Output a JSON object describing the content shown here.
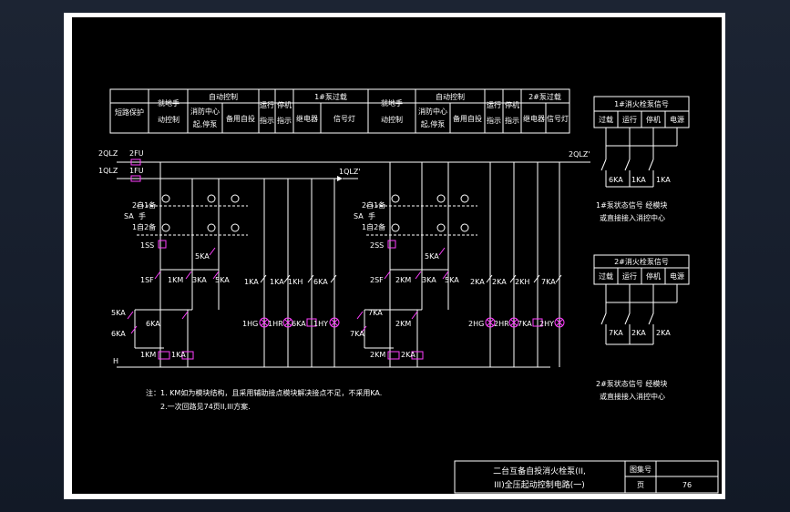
{
  "table1": {
    "short_protect": "短路保护",
    "local_manual": [
      "就地手",
      "动控制"
    ],
    "auto_ctrl": "自动控制",
    "fire_center": [
      "消防中心",
      "起,停泵"
    ],
    "standby_auto": "备用自投",
    "run_ind": [
      "运行",
      "指示"
    ],
    "stop_ind": [
      "停机",
      "指示"
    ],
    "pump1_overload": "1#泵过载",
    "relay": "继电器",
    "signal_lamp": "信号灯",
    "pump2_overload": "2#泵过载"
  },
  "side1": {
    "title": "1#消火栓泵信号",
    "cols": [
      "过载",
      "运行",
      "停机",
      "电源"
    ],
    "contacts": [
      "6KA",
      "1KA",
      "1KA"
    ],
    "note": [
      "1#泵状态信号 经模块",
      "或直接接入消控中心"
    ]
  },
  "side2": {
    "title": "2#消火栓泵信号",
    "cols": [
      "过载",
      "运行",
      "停机",
      "电源"
    ],
    "contacts": [
      "7KA",
      "2KA",
      "2KA"
    ],
    "note": [
      "2#泵状态信号 经模块",
      "或直接接入消控中心"
    ]
  },
  "labels": {
    "bus_2qlz": "2QLZ",
    "bus_1qlz": "1QLZ",
    "fu2": "2FU",
    "fu1": "1FU",
    "bus_1qlz_end": "1QLZ'",
    "bus_2qlz_end": "2QLZ'",
    "h": "H",
    "sa": "SA",
    "manual": "手",
    "g1": {
      "sel_a": "2自1备",
      "sel_b": "1自2备",
      "ss": "1SS",
      "sf": "1SF",
      "ka5": "5KA",
      "ka6": "6KA",
      "km": "1KM",
      "ka3": "3KA",
      "ka5b": "5KA",
      "ka_left_a": "5KA",
      "ka_left_b": "6KA",
      "coil_km": "1KM",
      "coil_ka": "1KA",
      "sig": [
        "1KA",
        "1KA",
        "1KH",
        "6KA"
      ],
      "lamps": [
        "1HG",
        "1HR",
        "6KA",
        "1HY"
      ]
    },
    "g2": {
      "sel_a": "2自1备",
      "sel_b": "1自2备",
      "ss": "2SS",
      "sf": "2SF",
      "ka5": "5KA",
      "ka6": "2KM",
      "km": "2KM",
      "ka3": "3KA",
      "ka5b": "5KA",
      "ka_left_a": "7KA",
      "ka_left_b": "7KA",
      "coil_km": "2KM",
      "coil_ka": "2KA",
      "sig": [
        "2KA",
        "2KA",
        "2KH",
        "7KA"
      ],
      "lamps": [
        "2HG",
        "2HR",
        "7KA",
        "2HY"
      ]
    }
  },
  "notes": [
    "注：1. KM如为模块结构，且采用辅助接点模块解决接点不足，不采用KA.",
    "2.一次回路见74页II,III方案."
  ],
  "title_block": {
    "title": [
      "二台互备自投消火栓泵(II,",
      "III)全压起动控制电路(一)"
    ],
    "atlas_no_label": "图集号",
    "page_label": "页",
    "page_value": "76"
  }
}
